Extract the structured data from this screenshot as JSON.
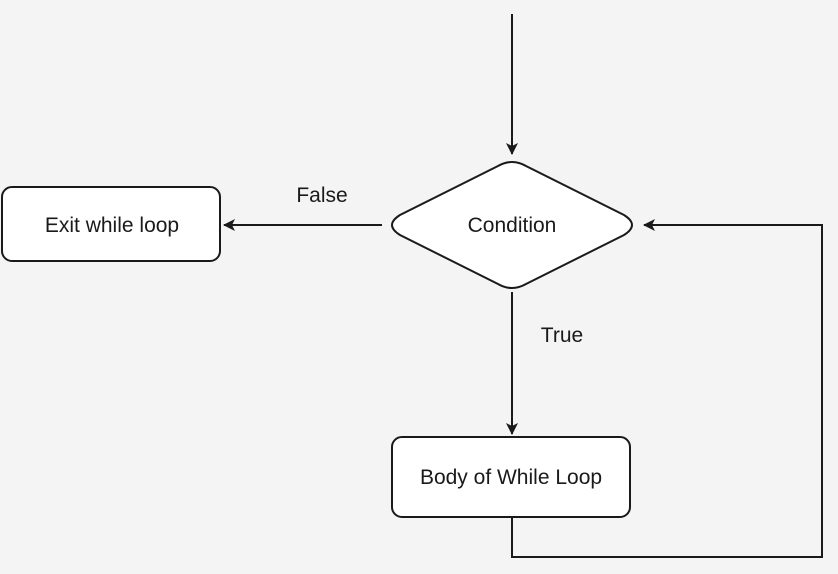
{
  "diagram": {
    "nodes": {
      "condition": {
        "label": "Condition",
        "shape": "diamond"
      },
      "exit": {
        "label": "Exit while loop",
        "shape": "rounded-rect"
      },
      "body": {
        "label": "Body of While Loop",
        "shape": "rounded-rect"
      }
    },
    "edges": {
      "entry": {
        "from": "",
        "to": "condition",
        "label": ""
      },
      "false_branch": {
        "from": "condition",
        "to": "exit",
        "label": "False"
      },
      "true_branch": {
        "from": "condition",
        "to": "body",
        "label": "True"
      },
      "loop_back": {
        "from": "body",
        "to": "condition",
        "label": ""
      }
    },
    "colors": {
      "stroke": "#1a1a1a",
      "fill": "#ffffff",
      "background": "#f4f4f4"
    }
  }
}
